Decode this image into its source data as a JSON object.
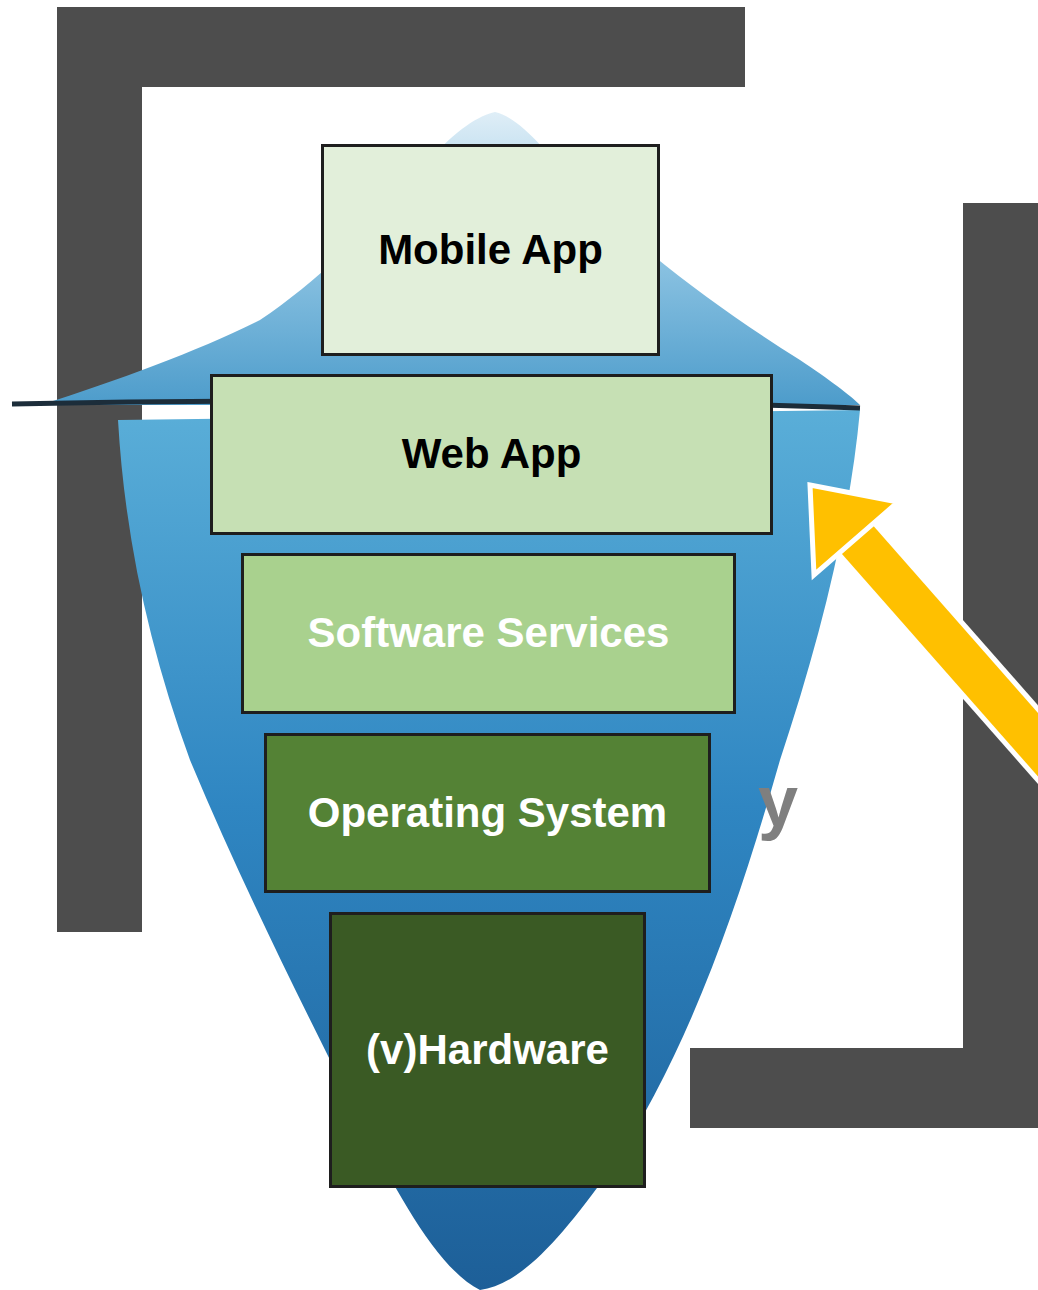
{
  "diagram": {
    "nodes": [
      {
        "text": [
          "Mobile App"
        ]
      },
      {
        "text": [
          "Web App"
        ]
      },
      {
        "text": [
          "Software Services"
        ]
      },
      {
        "text": [
          "Operating System"
        ]
      },
      {
        "text": [
          "(v)Hardware"
        ]
      }
    ],
    "labels": [
      "y"
    ]
  }
}
